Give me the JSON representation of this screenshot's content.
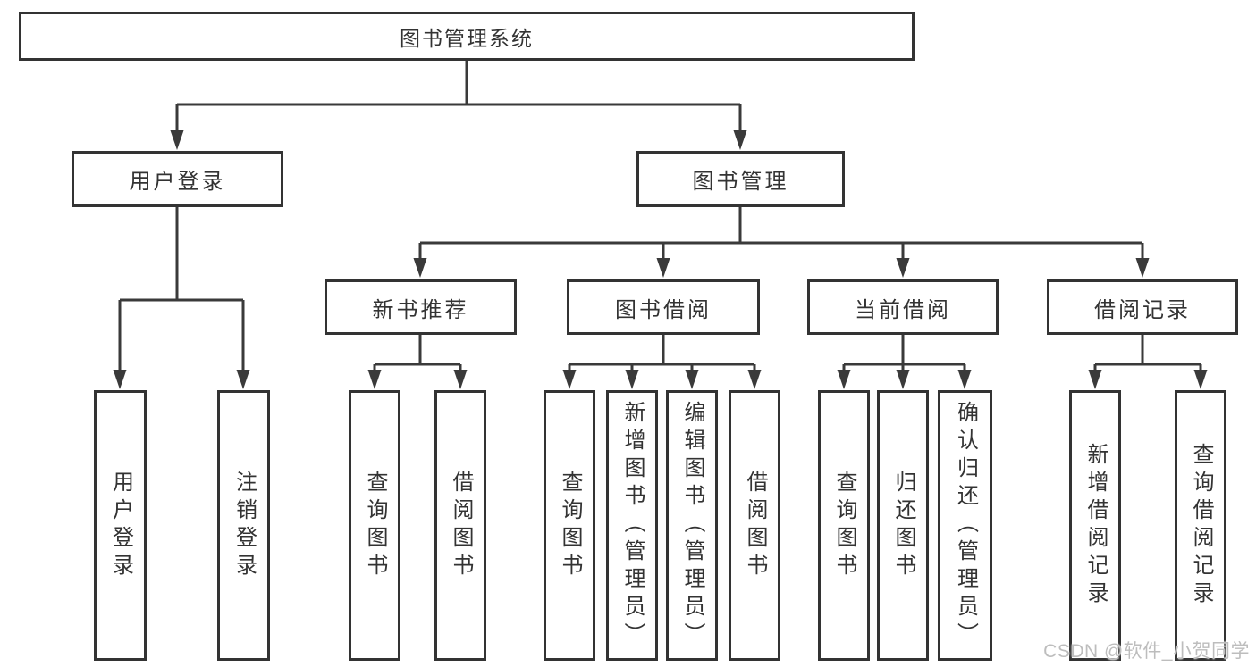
{
  "tree": {
    "label": "图书管理系统",
    "children": [
      {
        "label": "用户登录",
        "children": [
          {
            "label": "用户登录"
          },
          {
            "label": "注销登录"
          }
        ]
      },
      {
        "label": "图书管理",
        "children": [
          {
            "label": "新书推荐",
            "children": [
              {
                "label": "查询图书"
              },
              {
                "label": "借阅图书"
              }
            ]
          },
          {
            "label": "图书借阅",
            "children": [
              {
                "label": "查询图书"
              },
              {
                "label": "新增图书（管理员）"
              },
              {
                "label": "编辑图书（管理员）"
              },
              {
                "label": "借阅图书"
              }
            ]
          },
          {
            "label": "当前借阅",
            "children": [
              {
                "label": "查询图书"
              },
              {
                "label": "归还图书"
              },
              {
                "label": "确认归还（管理员）"
              }
            ]
          },
          {
            "label": "借阅记录",
            "children": [
              {
                "label": "新增借阅记录"
              },
              {
                "label": "查询借阅记录"
              }
            ]
          }
        ]
      }
    ]
  },
  "watermark": "CSDN @软件_小贺同学",
  "colors": {
    "line": "#3a3a3a",
    "box_border": "#333333",
    "text": "#333333",
    "watermark": "#bdbdbd",
    "background": "#ffffff"
  }
}
